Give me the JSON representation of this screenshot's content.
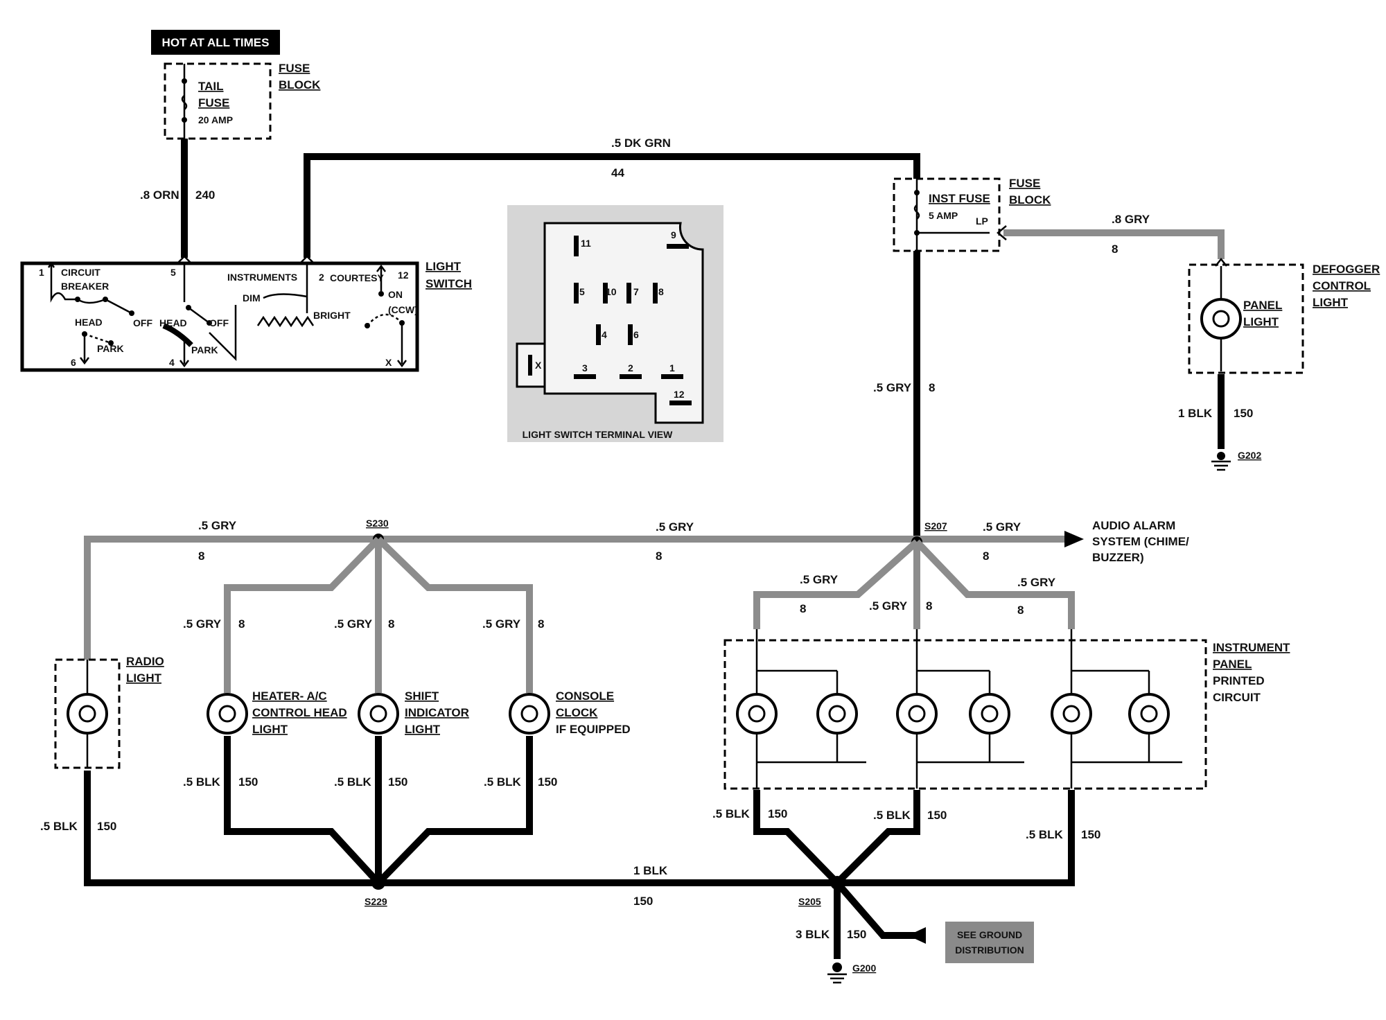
{
  "hot_label": "HOT AT ALL TIMES",
  "fuse_block_top": {
    "line1": "FUSE",
    "line2": "BLOCK"
  },
  "tail_fuse": {
    "line1": "TAIL",
    "line2": "FUSE",
    "rating": "20 AMP"
  },
  "wire_orn": {
    "gauge": ".8 ORN",
    "circuit": "240"
  },
  "wire_dkgrn": {
    "gauge": ".5 DK GRN",
    "circuit": "44"
  },
  "fuse_block_right": {
    "line1": "FUSE",
    "line2": "BLOCK"
  },
  "inst_fuse": {
    "name": "INST FUSE",
    "rating": "5 AMP",
    "lp": "LP"
  },
  "light_switch": {
    "title1": "LIGHT",
    "title2": "SWITCH",
    "circuit_breaker1": "CIRCUIT",
    "circuit_breaker2": "BREAKER",
    "instruments": "INSTRUMENTS",
    "courtesy": "COURTESY",
    "dim": "DIM",
    "bright": "BRIGHT",
    "head1": "HEAD",
    "off1": "OFF",
    "park1": "PARK",
    "head2": "HEAD",
    "off2": "OFF",
    "park2": "PARK",
    "on": "ON",
    "ccw": "(CCW)",
    "t1": "1",
    "t5": "5",
    "t2": "2",
    "t12": "12",
    "t6": "6",
    "t4": "4",
    "tx": "X"
  },
  "terminal_view": {
    "caption": "LIGHT SWITCH TERMINAL VIEW",
    "pins": [
      "11",
      "9",
      "5",
      "10",
      "7",
      "8",
      "4",
      "6",
      "X",
      "3",
      "2",
      "1",
      "12"
    ]
  },
  "wire_gry_8_right": {
    "gauge": ".8 GRY",
    "circuit": "8"
  },
  "defogger": {
    "line1": "DEFOGGER",
    "line2": "CONTROL",
    "line3": "LIGHT",
    "panel1": "PANEL",
    "panel2": "LIGHT"
  },
  "wire_1blk_150_def": {
    "gauge": "1 BLK",
    "circuit": "150"
  },
  "ground_g202": "G202",
  "wire_5gry_8_vertical": {
    "gauge": ".5 GRY",
    "circuit": "8"
  },
  "splices": {
    "s230": "S230",
    "s207": "S207",
    "s229": "S229",
    "s205": "S205"
  },
  "gry_labels": {
    "left_top": ".5 GRY",
    "left_num": "8",
    "mid_top": ".5 GRY",
    "mid_num": "8",
    "right_top": ".5 GRY",
    "right_num": "8",
    "ip_left": ".5 GRY",
    "ip_left_num": "8",
    "ip_mid": ".5 GRY",
    "ip_mid_num": "8",
    "ip_right": ".5 GRY",
    "ip_right_num": "8",
    "heater": ".5 GRY",
    "heater_num": "8",
    "shift": ".5 GRY",
    "shift_num": "8",
    "console": ".5 GRY",
    "console_num": "8"
  },
  "audio_alarm": {
    "line1": "AUDIO ALARM",
    "line2": "SYSTEM (CHIME/",
    "line3": "BUZZER)"
  },
  "radio_light": {
    "line1": "RADIO",
    "line2": "LIGHT"
  },
  "heater_light": {
    "line1": "HEATER- A/C",
    "line2": "CONTROL HEAD",
    "line3": "LIGHT"
  },
  "shift_light": {
    "line1": "SHIFT",
    "line2": "INDICATOR",
    "line3": "LIGHT"
  },
  "console_clock": {
    "line1": "CONSOLE",
    "line2": "CLOCK",
    "line3": "IF EQUIPPED"
  },
  "instrument_panel": {
    "line1": "INSTRUMENT",
    "line2": "PANEL",
    "line3": "PRINTED",
    "line4": "CIRCUIT"
  },
  "blk_labels": {
    "radio": ".5 BLK",
    "radio_num": "150",
    "heater": ".5 BLK",
    "heater_num": "150",
    "shift": ".5 BLK",
    "shift_num": "150",
    "console": ".5 BLK",
    "console_num": "150",
    "ip_left": ".5 BLK",
    "ip_left_num": "150",
    "ip_mid": ".5 BLK",
    "ip_mid_num": "150",
    "ip_right": ".5 BLK",
    "ip_right_num": "150",
    "main": "1 BLK",
    "main_num": "150",
    "ground": "3 BLK",
    "ground_num": "150"
  },
  "see_ground": {
    "line1": "SEE GROUND",
    "line2": "DISTRIBUTION"
  },
  "ground_g200": "G200"
}
